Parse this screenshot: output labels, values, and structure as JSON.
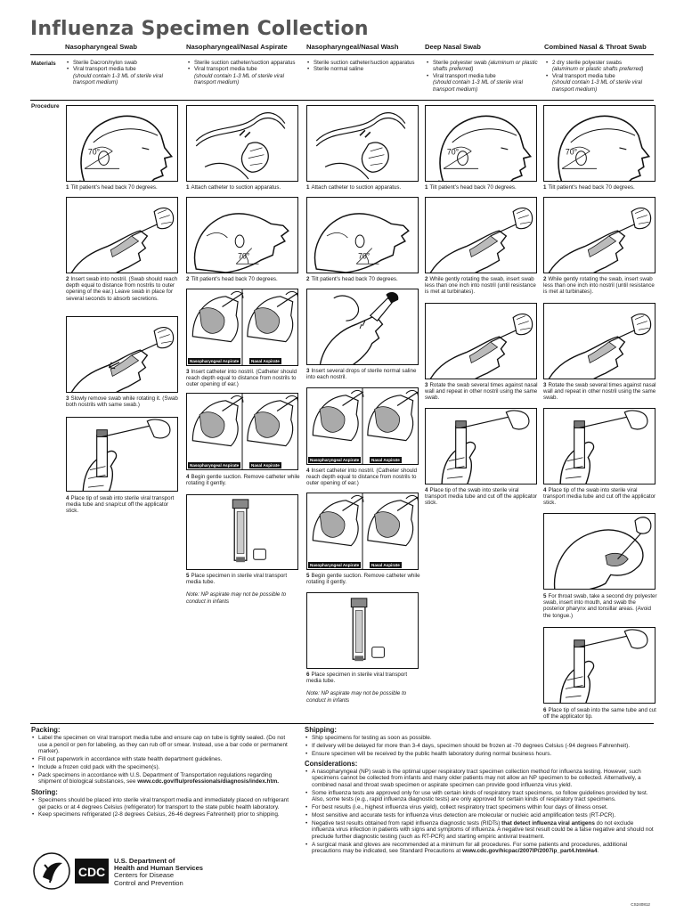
{
  "title": "Influenza Specimen Collection",
  "columns": [
    {
      "title": "Nasopharyngeal Swab",
      "materials": [
        {
          "text": "Sterile Dacron/nylon swab",
          "sub": ""
        },
        {
          "text": "Viral transport media tube",
          "sub": "(should contain 1-3 ML of sterile viral transport medium)"
        }
      ]
    },
    {
      "title": "Nasopharyngeal/Nasal Aspirate",
      "materials": [
        {
          "text": "Sterile suction catheter/suction apparatus",
          "sub": ""
        },
        {
          "text": "Viral transport media tube",
          "sub": "(should contain 1-3 ML of sterile viral transport medium)"
        }
      ]
    },
    {
      "title": "Nasopharyngeal/Nasal Wash",
      "materials": [
        {
          "text": "Sterile suction catheter/suction apparatus",
          "sub": ""
        },
        {
          "text": "Sterile normal saline",
          "sub": ""
        }
      ]
    },
    {
      "title": "Deep Nasal Swab",
      "materials": [
        {
          "text": "Sterile polyester swab",
          "sub": "(aluminum or plastic shafts preferred)"
        },
        {
          "text": "Viral transport media tube",
          "sub": "(should contain 1-3 ML of sterile viral transport medium)"
        }
      ]
    },
    {
      "title": "Combined Nasal & Throat Swab",
      "materials": [
        {
          "text": "2 dry sterile polyester swabs",
          "sub": "(aluminum or plastic shafts preferred)"
        },
        {
          "text": "Viral transport media tube",
          "sub": "(should contain 1-3 ML of sterile viral transport medium)"
        }
      ]
    }
  ],
  "row_labels": {
    "materials": "Materials",
    "procedure": "Procedure"
  },
  "angle_label": "70°",
  "fig_labels": {
    "aspirate": "Nasopharyngeal Aspirate",
    "nasal": "Nasal Aspirate"
  },
  "steps": {
    "c1": [
      {
        "n": "1",
        "text": "Tilt patient's head back 70 degrees."
      },
      {
        "n": "2",
        "text": "Insert swab into nostril. (Swab should reach depth equal to distance from nostrils to outer opening of the ear.) Leave swab in place for several seconds to absorb secretions."
      },
      {
        "n": "3",
        "text": "Slowly remove swab while rotating it. (Swab both nostrils with same swab.)"
      },
      {
        "n": "4",
        "text": "Place tip of swab into sterile viral transport media tube and snap/cut off the applicator stick."
      }
    ],
    "c2": [
      {
        "n": "1",
        "text": "Attach catheter to suction apparatus."
      },
      {
        "n": "2",
        "text": "Tilt patient's head back 70 degrees."
      },
      {
        "n": "3",
        "text": "Insert catheter into nostril. (Catheter should reach depth equal to distance from nostrils to outer opening of ear.)"
      },
      {
        "n": "4",
        "text": "Begin gentle suction. Remove catheter while rotating it gently."
      },
      {
        "n": "5",
        "text": "Place specimen in sterile viral transport media tube."
      }
    ],
    "c2_note": "Note: NP aspirate may not be possible to conduct in infants",
    "c3": [
      {
        "n": "1",
        "text": "Attach catheter to suction apparatus."
      },
      {
        "n": "2",
        "text": "Tilt patient's head back 70 degrees."
      },
      {
        "n": "3",
        "text": "Insert several drops of sterile normal saline into each nostril."
      },
      {
        "n": "4",
        "text": "Insert catheter into nostril. (Catheter should reach depth equal to distance from nostrils to outer opening of ear.)"
      },
      {
        "n": "5",
        "text": "Begin gentle suction. Remove catheter while rotating it gently."
      },
      {
        "n": "6",
        "text": "Place specimen in sterile viral transport media tube."
      }
    ],
    "c3_note": "Note: NP aspirate may not be possible to conduct in infants",
    "c4": [
      {
        "n": "1",
        "text": "Tilt patient's head back 70 degrees."
      },
      {
        "n": "2",
        "text": "While gently rotating the swab, insert swab less than one inch into nostril (until resistance is met at turbinates)."
      },
      {
        "n": "3",
        "text": "Rotate the swab several times against nasal wall and repeat in other nostril using the same swab."
      },
      {
        "n": "4",
        "text": "Place tip of the swab into sterile viral transport media tube and cut off the applicator stick."
      }
    ],
    "c5": [
      {
        "n": "1",
        "text": "Tilt patient's head back 70 degrees."
      },
      {
        "n": "2",
        "text": "While gently rotating the swab, insert swab less than one inch into nostril (until resistance is met at turbinates)."
      },
      {
        "n": "3",
        "text": "Rotate the swab several times against nasal wall and repeat in other nostril using the same swab."
      },
      {
        "n": "4",
        "text": "Place tip of the swab into sterile viral transport media tube and cut off the applicator stick."
      },
      {
        "n": "5",
        "text": "For throat swab, take a second dry polyester swab, insert into mouth, and swab the posterior pharynx and tonsillar areas. (Avoid the tongue.)"
      },
      {
        "n": "6",
        "text": "Place tip of swab into the same tube and cut off the applicator tip."
      }
    ]
  },
  "packing": {
    "heading": "Packing:",
    "items": [
      "Label the specimen on viral transport media tube and ensure cap on tube is tightly sealed. (Do not use a pencil or pen for labeling, as they can rub off or smear. Instead, use a bar code or permanent marker).",
      "Fill out paperwork in accordance with state health department guidelines.",
      "Include a frozen cold pack with the specimen(s).",
      "Pack specimens in accordance with U.S. Department of Transportation regulations regarding shipment of biological substances, see"
    ],
    "link": "www.cdc.gov/flu/professionals/diagnosis/index.htm."
  },
  "storing": {
    "heading": "Storing:",
    "items": [
      "Specimens should be placed into sterile viral transport media and immediately placed on refrigerant gel packs or at 4 degrees Celsius (refrigerator) for transport to the state public health laboratory.",
      "Keep specimens refrigerated (2-8 degrees Celsius, 26-46 degrees Fahrenheit) prior to shipping."
    ]
  },
  "shipping": {
    "heading": "Shipping:",
    "items": [
      "Ship specimens for testing as soon as possible.",
      "If delivery will be delayed for more than 3-4 days, specimen should be frozen at -70 degrees Celsius (-94 degrees Fahrenheit).",
      "Ensure specimen will be received by the public health laboratory during normal business hours."
    ]
  },
  "considerations": {
    "heading": "Considerations:",
    "items": [
      "A nasopharyngeal (NP) swab is the optimal upper respiratory tract specimen collection method for influenza testing. However, such specimens cannot be collected from infants and many older patients may not allow an NP specimen to be collected. Alternatively, a combined nasal and throat swab specimen or aspirate specimen can provide good influenza virus yield.",
      "Some influenza tests are approved only for use with certain kinds of respiratory tract specimens, so follow guidelines provided by test. Also, some tests (e.g., rapid influenza diagnostic tests) are only approved for certain kinds of respiratory tract specimens.",
      "For best results (i.e., highest influenza virus yield), collect respiratory tract specimens within four days of illness onset.",
      "Most sensitive and accurate tests for influenza virus detection are molecular or nucleic acid amplification tests (RT-PCR)."
    ],
    "neg_a": "Negative test results obtained from rapid influenza diagnostic tests (RIDTs)",
    "neg_b": "that detect influenza viral antigens",
    "neg_c": "do not exclude influenza virus infection in patients with signs and symptoms of influenza. A negative test result could be a false negative and should not preclude further diagnostic testing (such as RT-PCR) and starting empiric antiviral treatment.",
    "mask_a": "A surgical mask and gloves are recommended at a minimum for all procedures. For some patients and procedures, additional precautions may be indicated, see Standard Precautions at",
    "mask_link": "www.cdc.gov/hicpac/2007IP/2007ip_part4.html#a4",
    "mask_c": "."
  },
  "agency": {
    "logo": "CDC",
    "line1": "U.S. Department of",
    "line2": "Health and Human Services",
    "line3": "Centers for Disease",
    "line4": "Control and Prevention"
  },
  "doc_code": "CS240812"
}
